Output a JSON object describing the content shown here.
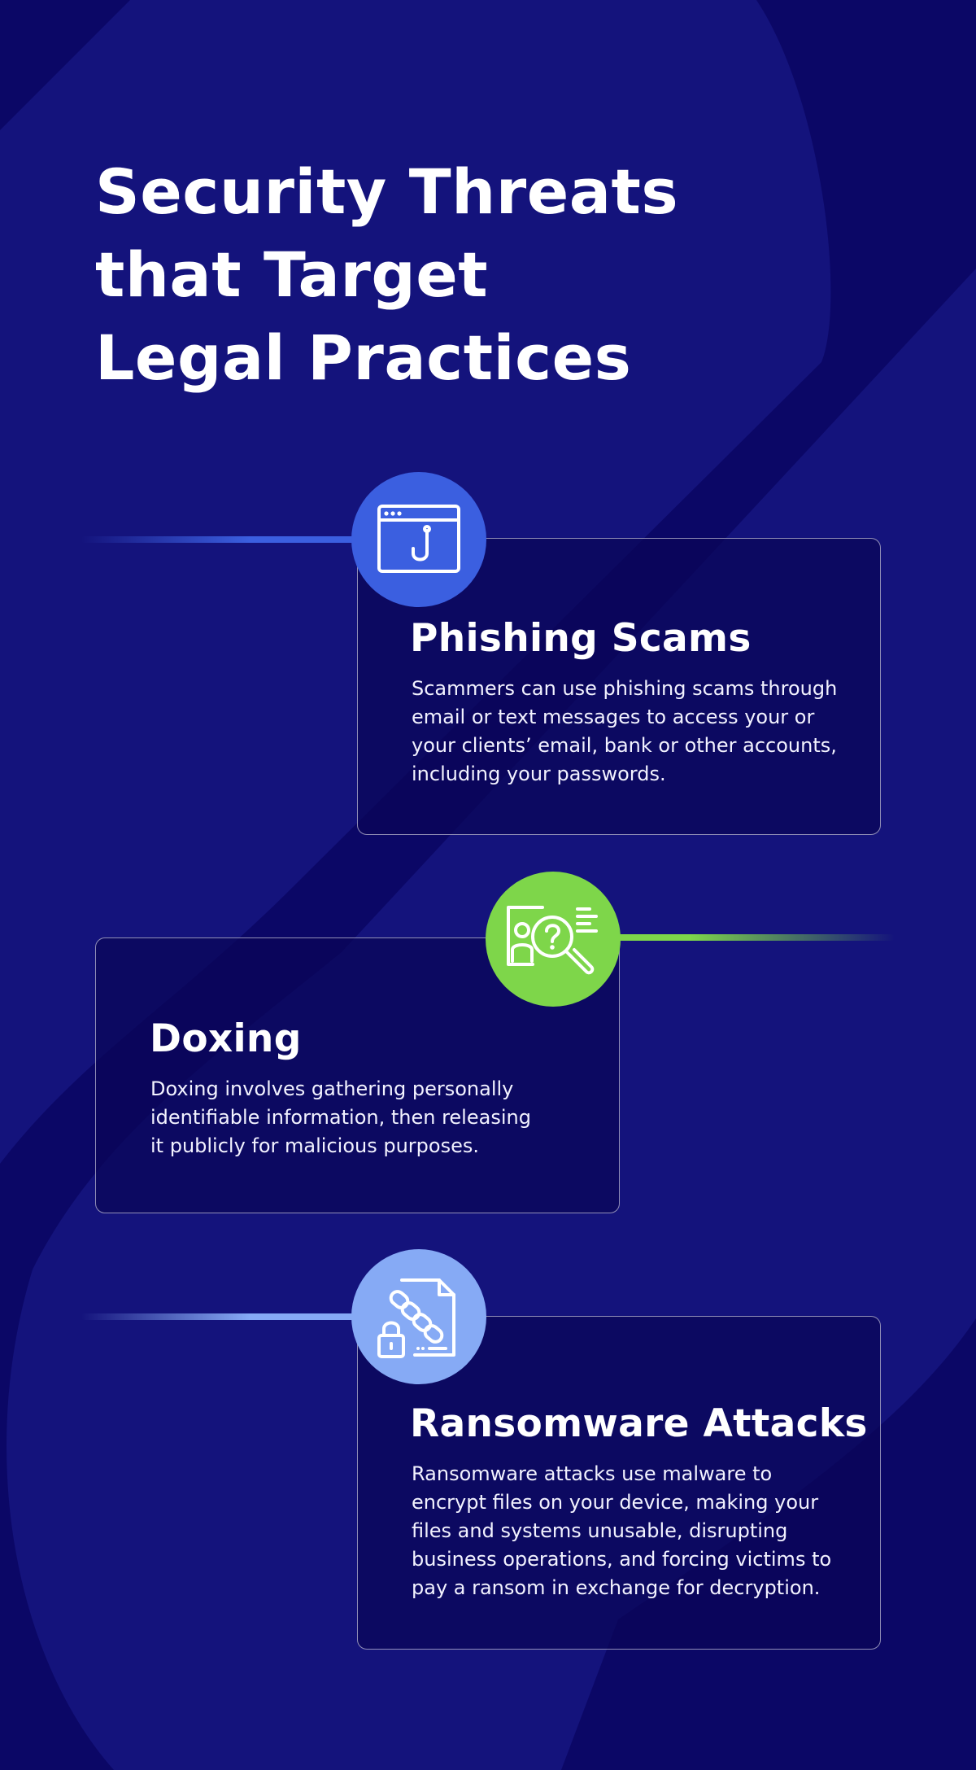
{
  "colors": {
    "background": "#0b0766",
    "shape": "#14137c",
    "phishing_accent": "#3b5fe0",
    "doxing_accent": "#7ed64a",
    "ransomware_accent": "#86aaf5"
  },
  "title": {
    "line1": "Security Threats",
    "line2": "that Target",
    "line3": "Legal Practices"
  },
  "threats": [
    {
      "title": "Phishing Scams",
      "icon": "phishing-browser-hook-icon",
      "lines": [
        "Scammers can use phishing scams through",
        "email or text messages  to access your or",
        "your clients’ email, bank or other accounts,",
        "including your passwords."
      ]
    },
    {
      "title": "Doxing",
      "icon": "doxing-magnifier-profile-icon",
      "lines": [
        "Doxing involves gathering personally",
        "identifiable information, then releasing",
        "it publicly for malicious purposes."
      ]
    },
    {
      "title": "Ransomware Attacks",
      "icon": "ransomware-file-chain-lock-icon",
      "lines": [
        "Ransomware attacks use malware to",
        "encrypt files on your device, making your",
        "files and systems unusable, disrupting",
        "business operations, and forcing victims to",
        "pay a ransom in exchange for decryption."
      ]
    }
  ]
}
